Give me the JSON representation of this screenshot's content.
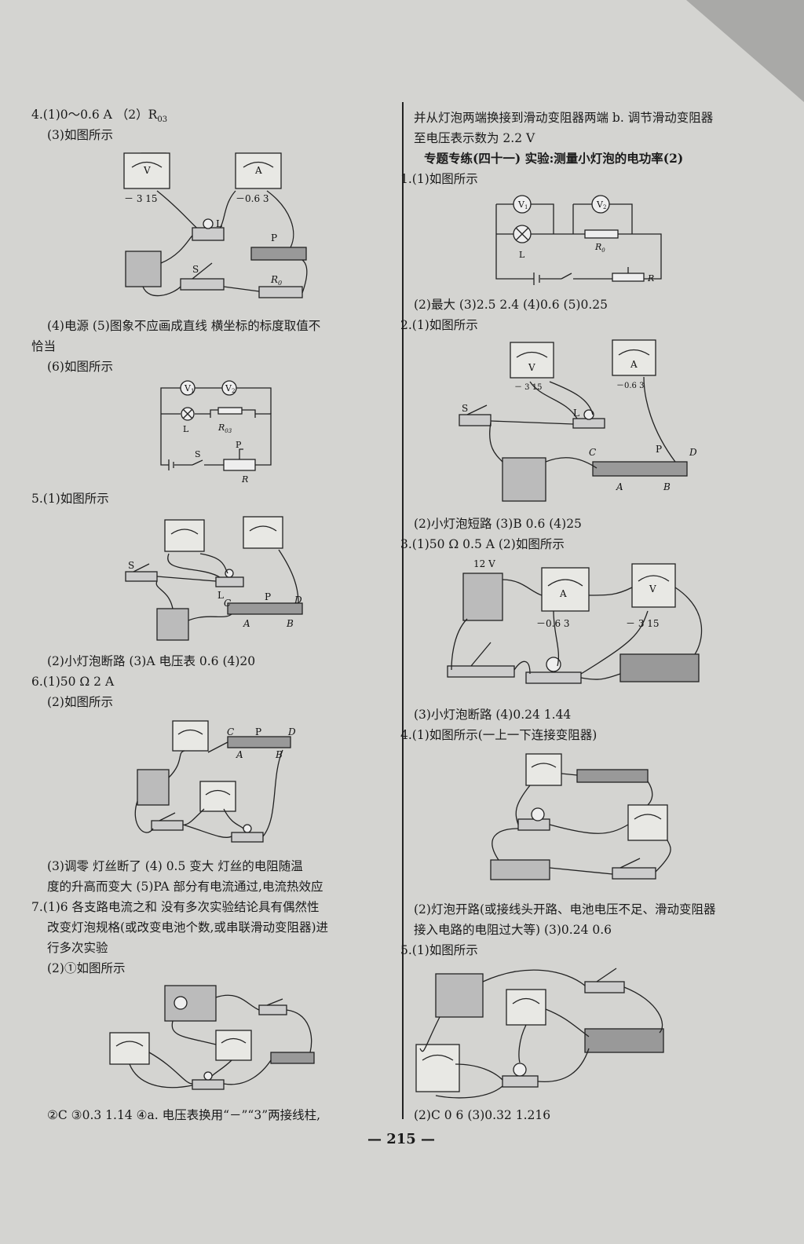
{
  "left": {
    "q4_1": "4.(1)0～0.6 A （2）R",
    "q4_1_sub": "03",
    "q4_3": "(3)如图所示",
    "q4_fig": {
      "meter_v": "V",
      "v_scale": "－  3  15",
      "meter_a": "A",
      "a_scale": "－0.6 3",
      "L": "L",
      "P": "P",
      "S": "S",
      "R0": "R",
      "R0_sub": "0"
    },
    "q4_4a": "(4)电源  (5)图象不应画成直线  横坐标的标度取值不",
    "q4_4b": "恰当",
    "q4_6": "(6)如图所示",
    "q4_6_fig": {
      "V1": "V",
      "V1_sub": "1",
      "V2": "V",
      "V2_sub": "2",
      "L": "L",
      "R03": "R",
      "R03_sub": "03",
      "S": "S",
      "P": "P",
      "R": "R"
    },
    "q5_1": "5.(1)如图所示",
    "q5_fig": {
      "S": "S",
      "L": "L",
      "C": "C",
      "P": "P",
      "D": "D",
      "A": "A",
      "B": "B"
    },
    "q5_2": "(2)小灯泡断路  (3)A  电压表  0.6  (4)20",
    "q6_1": "6.(1)50 Ω  2 A",
    "q6_2": "(2)如图所示",
    "q6_fig": {
      "C": "C",
      "P": "P",
      "D": "D",
      "A": "A",
      "B": "B"
    },
    "q6_3a": "(3)调零  灯丝断了  (4) 0.5  变大  灯丝的电阻随温",
    "q6_3b": "度的升高而变大  (5)PA 部分有电流通过,电流热效应",
    "q7_1a": "7.(1)6  各支路电流之和  没有多次实验结论具有偶然性",
    "q7_1b": "改变灯泡规格(或改变电池个数,或串联滑动变阻器)进",
    "q7_1c": "行多次实验",
    "q7_2": "(2)①如图所示",
    "q7_3": "②C  ③0.3  1.14  ④a. 电压表换用“－”“3”两接线柱,"
  },
  "right": {
    "cont_a": "并从灯泡两端换接到滑动变阻器两端  b. 调节滑动变阻器",
    "cont_b": "至电压表示数为 2.2 V",
    "heading": "专题专练(四十一)  实验:测量小灯泡的电功率(2)",
    "r1_1": "1.(1)如图所示",
    "r1_fig": {
      "V1": "V",
      "V1_sub": "1",
      "V2": "V",
      "V2_sub": "2",
      "L": "L",
      "R0": "R",
      "R0_sub": "0",
      "R": "R"
    },
    "r1_2": "(2)最大  (3)2.5  2.4  (4)0.6  (5)0.25",
    "r2_1": "2.(1)如图所示",
    "r2_fig": {
      "V": "V",
      "A": "A",
      "v_scale": "－ 3 15",
      "a_scale": "－0.6 3",
      "S": "S",
      "L": "L",
      "C": "C",
      "P": "P",
      "D": "D",
      "A_end": "A",
      "B": "B"
    },
    "r2_2": "(2)小灯泡短路  (3)B  0.6  (4)25",
    "r3_1": "3.(1)50 Ω  0.5 A  (2)如图所示",
    "r3_fig": {
      "battery": "12 V",
      "A": "A",
      "V": "V",
      "a_scale": "－0.6  3",
      "v_scale": "－  3  15"
    },
    "r3_2": "(3)小灯泡断路  (4)0.24  1.44",
    "r4_1": "4.(1)如图所示(一上一下连接变阻器)",
    "r4_2a": "(2)灯泡开路(或接线头开路、电池电压不足、滑动变阻器",
    "r4_2b": "接入电路的电阻过大等)  (3)0.24  0.6",
    "r5_1": "5.(1)如图所示",
    "r5_2": "(2)C  0  6  (3)0.32  1.216"
  },
  "page_number": "— 215 —"
}
